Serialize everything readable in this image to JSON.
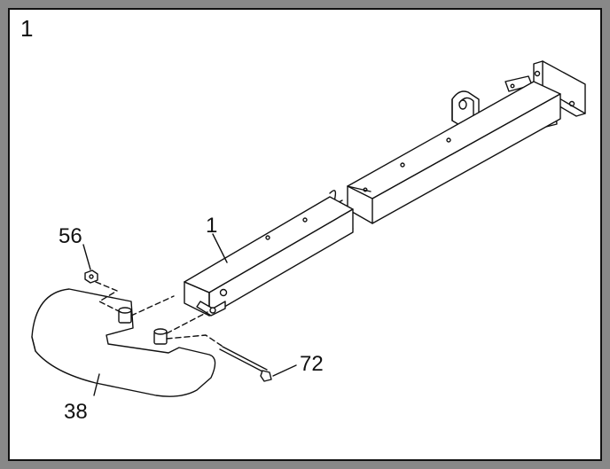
{
  "step": {
    "number": "1"
  },
  "callouts": {
    "frame_tube": "1",
    "nut": "56",
    "pedal": "38",
    "bolt": "72"
  },
  "colors": {
    "frame_border": "#888888",
    "line": "#111111",
    "background": "#ffffff"
  }
}
